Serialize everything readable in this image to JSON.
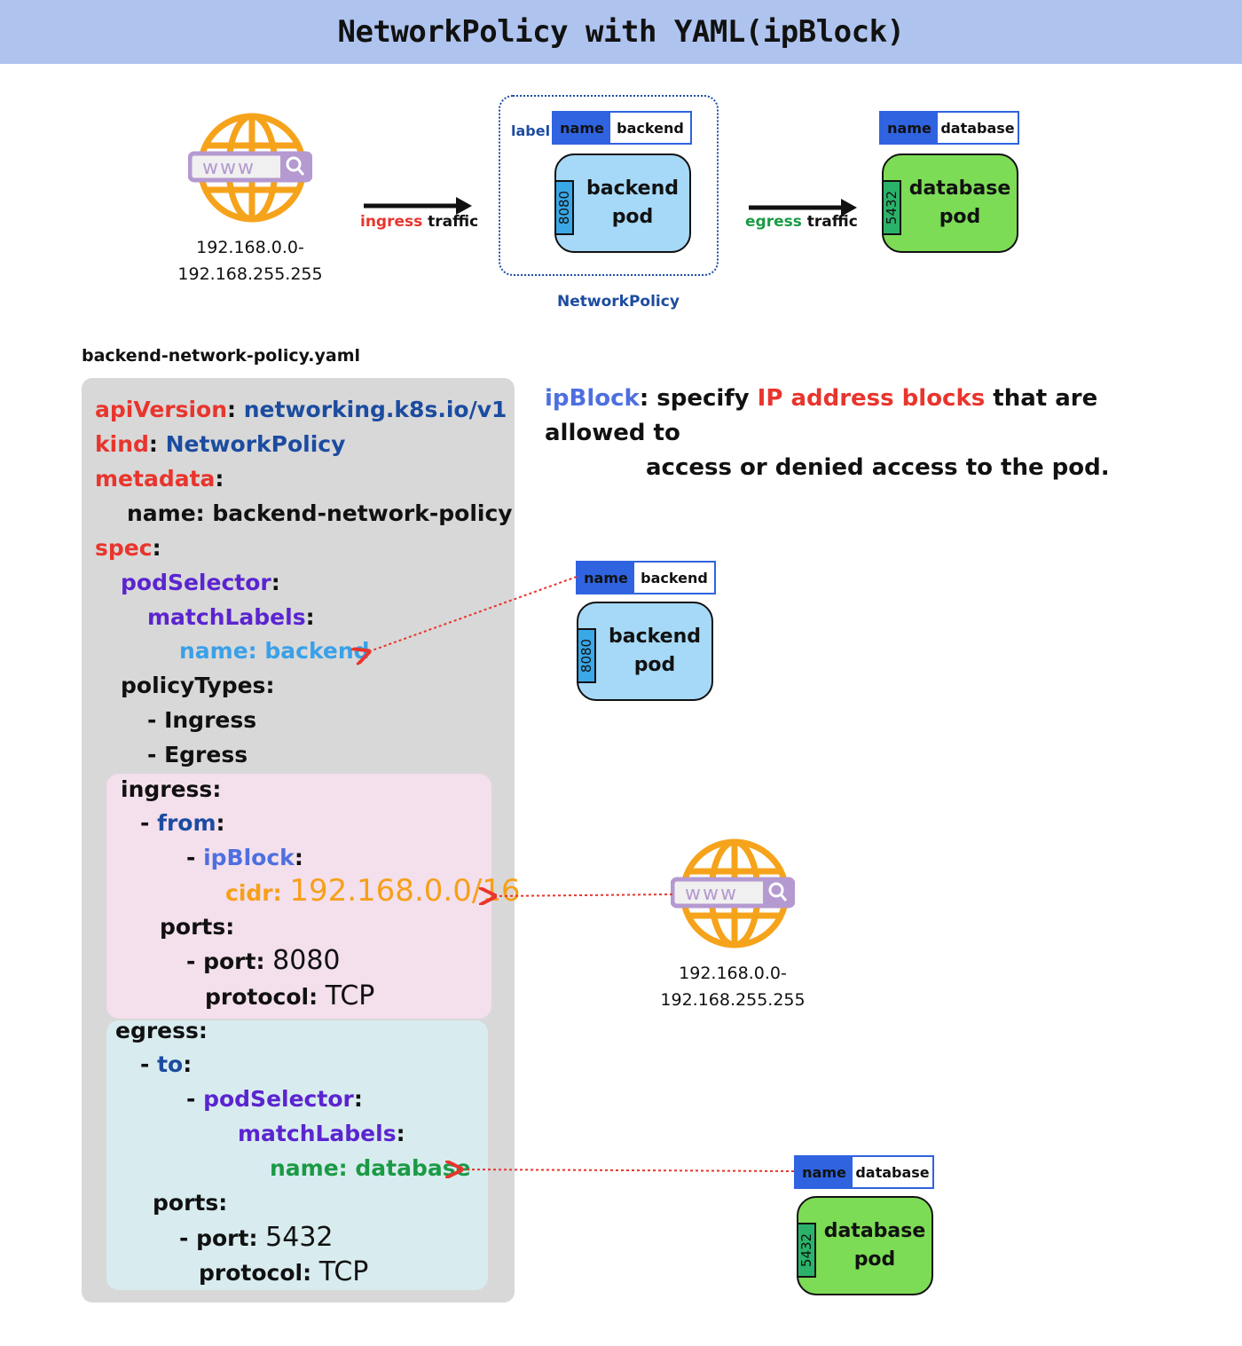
{
  "title": "NetworkPolicy with YAML(ipBlock)",
  "diagram": {
    "www_text": "www",
    "ip_range_line1": "192.168.0.0-",
    "ip_range_line2": "192.168.255.255",
    "ingress_word": "ingress",
    "egress_word": "egress",
    "traffic_word": "traffic",
    "label_word": "label",
    "networkpolicy_caption": "NetworkPolicy",
    "backend_label": {
      "key": "name",
      "value": "backend"
    },
    "database_label": {
      "key": "name",
      "value": "database"
    },
    "backend_pod": {
      "line1": "backend",
      "line2": "pod",
      "port": "8080"
    },
    "database_pod": {
      "line1": "database",
      "line2": "pod",
      "port": "5432"
    }
  },
  "colors": {
    "header_bg": "#aec3ee",
    "key_red": "#e8352d",
    "value_navy": "#1c4ca0",
    "selector_purple": "#5b24d0",
    "label_cyan": "#3aa0e8",
    "cidr_orange": "#f6a019",
    "database_green": "#1b9a46",
    "ipblock_blue": "#4e6fe0",
    "backend_pod_fill": "#a6d9f7",
    "database_pod_fill": "#7ddc56",
    "label_key_fill": "#2f63e0",
    "globe_orange": "#f6a31c",
    "searchbar_purple": "#b49ad0",
    "ingress_panel": "#f4dfec",
    "egress_panel": "#d8ecef",
    "code_panel": "#d8d8d8"
  },
  "yaml": {
    "filename": "backend-network-policy.yaml",
    "apiVersion_key": "apiVersion",
    "apiVersion_value": "networking.k8s.io/v1",
    "kind_key": "kind",
    "kind_value": "NetworkPolicy",
    "metadata_key": "metadata",
    "name_line": "name: backend-network-policy",
    "spec_key": "spec",
    "podSelector_key": "podSelector",
    "matchLabels_key": "matchLabels",
    "match_backend": "name: backend",
    "policyTypes_key": "policyTypes",
    "policy_ingress": "- Ingress",
    "policy_egress": "- Egress",
    "ingress_key": "ingress",
    "from_key": "from",
    "ipBlock_key": "ipBlock",
    "cidr_key": "cidr:",
    "cidr_value": "192.168.0.0/16",
    "ports_key": "ports",
    "port_key": "port",
    "ingress_port": "8080",
    "protocol_key": "protocol",
    "protocol_value": "TCP",
    "egress_key": "egress",
    "to_key": "to",
    "match_database": "name: database",
    "egress_port": "5432"
  },
  "description": {
    "term": "ipBlock",
    "part1": "specify",
    "highlight": "IP address blocks",
    "part2": "that are allowed to",
    "line2": "access or denied access to the pod."
  }
}
